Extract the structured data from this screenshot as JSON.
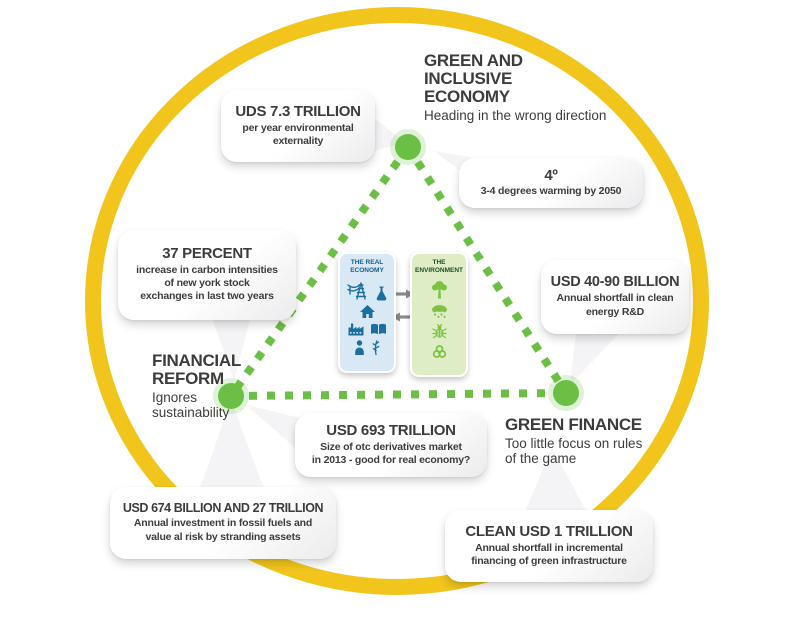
{
  "colors": {
    "yellow_ring": "#F2C51C",
    "triangle_green": "#6CBF45",
    "real_economy_blue": "#1C6E9F",
    "environment_green": "#7DC242",
    "text": "#3C3C3B"
  },
  "nodes": {
    "top": {
      "title": "GREEN AND\nINCLUSIVE\nECONOMY",
      "subtitle": "Heading in the wrong direction"
    },
    "left": {
      "title": "FINANCIAL\nREFORM",
      "subtitle": "Ignores\nsustainability"
    },
    "right": {
      "title": "GREEN FINANCE",
      "subtitle": "Too little focus on rules\nof the game"
    }
  },
  "bubbles": [
    {
      "id": "externality",
      "heading": "UDS 7.3 TRILLION",
      "body": "per year environmental\nexternality"
    },
    {
      "id": "warming",
      "heading": "4º",
      "body": "3-4 degrees warming by 2050"
    },
    {
      "id": "carbon",
      "heading": "37 PERCENT",
      "body": "increase in carbon intensities\nof new york stock\nexchanges in last two years"
    },
    {
      "id": "energy-rd",
      "heading": "USD 40-90 BILLION",
      "body": "Annual shortfall in clean\nenergy R&D"
    },
    {
      "id": "otc",
      "heading": "USD 693 TRILLION",
      "body": "Size of otc derivatives market\nin 2013 - good for real economy?"
    },
    {
      "id": "fossil",
      "heading": "USD 674 BILLION AND 27 TRILLION",
      "body": "Annual investment in fossil fuels and\nvalue al risk by stranding assets"
    },
    {
      "id": "infra",
      "heading": "CLEAN USD 1 TRILLION",
      "body": "Annual shortfall in incremental\nfinancing of green infrastructure"
    }
  ],
  "panels": {
    "real_economy": {
      "title": "THE REAL\nECONOMY",
      "icons": [
        "power-pylon-icon",
        "flask-icon",
        "house-icon",
        "factory-icon",
        "book-icon",
        "person-icon",
        "wheat-icon"
      ]
    },
    "environment": {
      "title": "THE\nENVIRONMENT",
      "icons": [
        "tree-icon",
        "rain-cloud-icon",
        "beetle-icon",
        "biohazard-icon"
      ]
    }
  }
}
